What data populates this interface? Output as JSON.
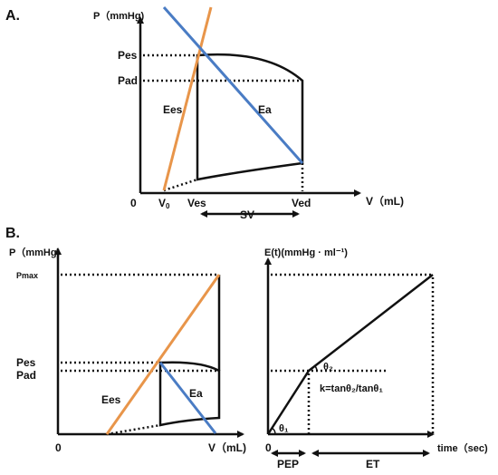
{
  "panel_a": {
    "tag": "A.",
    "y_axis_label": "P（mmHg)",
    "x_axis_label": "V（mL)",
    "origin": "0",
    "tick_pes": "Pes",
    "tick_pad": "Pad",
    "label_v0_main": "V",
    "label_v0_sub": "0",
    "label_ves": "Ves",
    "label_ved": "Ved",
    "sv_label": "SV",
    "ees_label": "Ees",
    "ea_label": "Ea"
  },
  "panel_b": {
    "tag": "B.",
    "left": {
      "y_axis_label": "P（mmHg)",
      "x_axis_label": "V（mL)",
      "origin": "0",
      "tick_pmax": "Pmax",
      "tick_pes": "Pes",
      "tick_pad": "Pad",
      "ees_label": "Ees",
      "ea_label": "Ea"
    },
    "right": {
      "y_axis_label": "E(t)(mmHg · ml⁻¹)",
      "x_axis_label": "time（sec)",
      "origin": "0",
      "theta1": "θ₁",
      "theta2": "θ₂",
      "slope_formula": "k=tanθ₂/tanθ₁",
      "pep_label": "PEP",
      "et_label": "ET"
    }
  },
  "colors": {
    "ees_line": "#E8954A",
    "ea_line": "#4A7CC4",
    "ink": "#111111"
  }
}
